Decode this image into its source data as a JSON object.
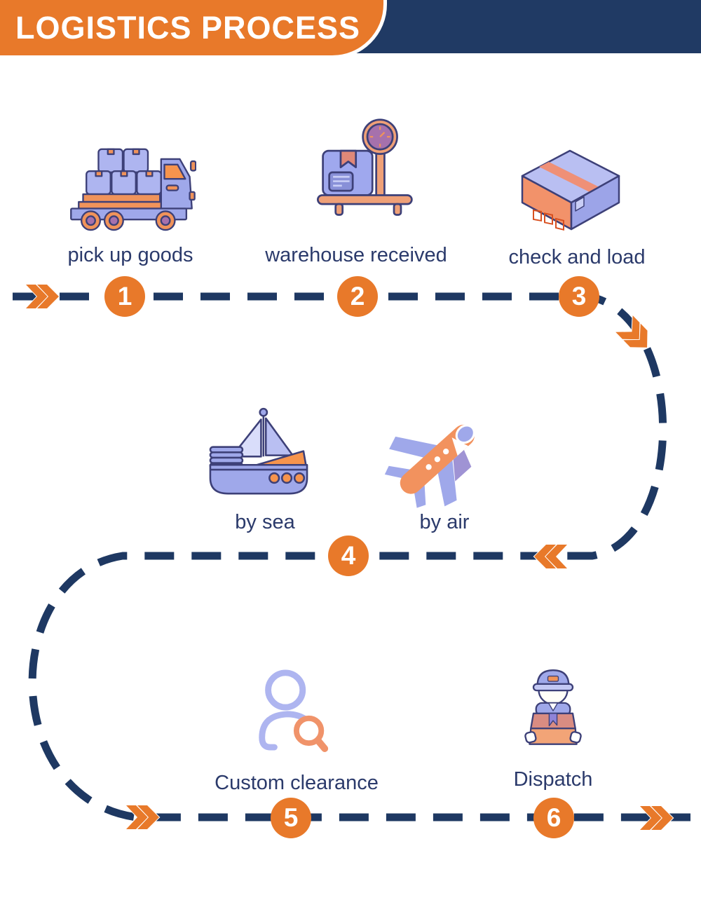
{
  "header": {
    "title": "LOGISTICS PROCESS"
  },
  "colors": {
    "accent_orange": "#E8792A",
    "navy_bar": "#203A64",
    "dash_navy": "#1E3862",
    "label_text": "#2B3A6B",
    "icon_periwinkle": "#9FA8EA",
    "icon_salmon": "#F0935A"
  },
  "steps": [
    {
      "number": "1",
      "label": "pick up goods",
      "icon": "truck-icon"
    },
    {
      "number": "2",
      "label": "warehouse received",
      "icon": "scale-icon"
    },
    {
      "number": "3",
      "label": "check and load",
      "icon": "package-icon"
    },
    {
      "number": "4",
      "modes": [
        {
          "label": "by sea",
          "icon": "ship-icon"
        },
        {
          "label": "by air",
          "icon": "plane-icon"
        }
      ]
    },
    {
      "number": "5",
      "label": "Custom clearance",
      "icon": "customs-search-icon"
    },
    {
      "number": "6",
      "label": "Dispatch",
      "icon": "courier-icon"
    }
  ]
}
